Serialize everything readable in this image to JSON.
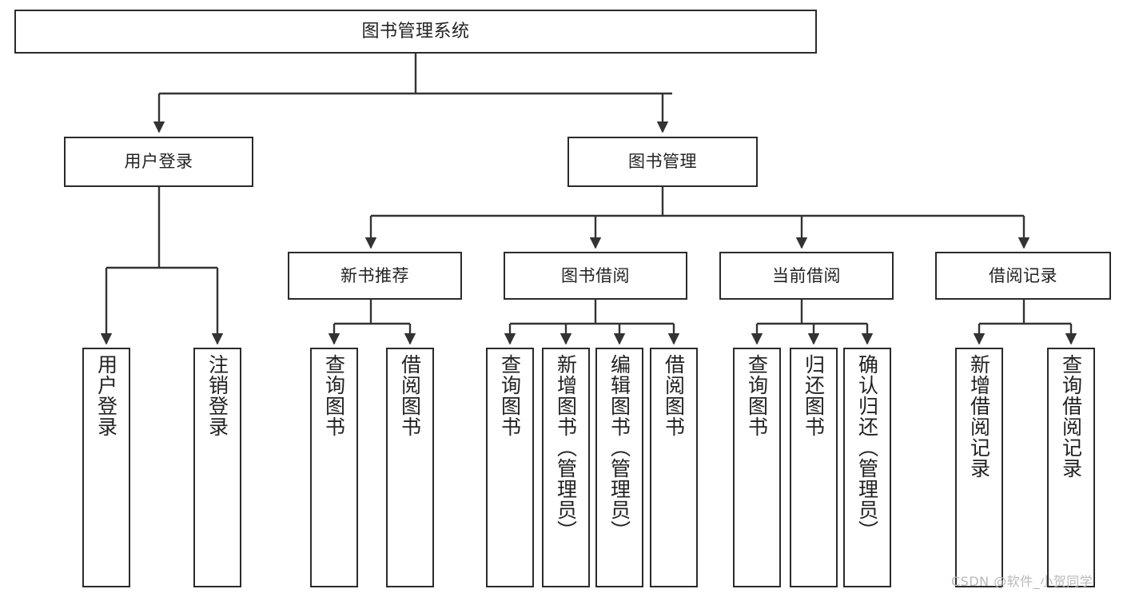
{
  "diagram": {
    "title": "图书管理系统",
    "type": "tree-hierarchy-chart",
    "colors": {
      "box_border": "#2b2b2b",
      "box_fill": "#ffffff",
      "connector": "#333333",
      "text": "#222222",
      "watermark": "#b9b9b9",
      "background": "#ffffff"
    }
  },
  "root": {
    "label": "图书管理系统"
  },
  "level1": [
    {
      "label": "用户登录"
    },
    {
      "label": "图书管理"
    }
  ],
  "level2": [
    {
      "label": "新书推荐"
    },
    {
      "label": "图书借阅"
    },
    {
      "label": "当前借阅"
    },
    {
      "label": "借阅记录"
    }
  ],
  "leaves": {
    "user_login": [
      {
        "label": "用户登录"
      },
      {
        "label": "注销登录"
      }
    ],
    "new_book_recommend": [
      {
        "label": "查询图书"
      },
      {
        "label": "借阅图书"
      }
    ],
    "book_borrow": [
      {
        "label": "查询图书"
      },
      {
        "label": "新增图书（管理员）"
      },
      {
        "label": "编辑图书（管理员）"
      },
      {
        "label": "借阅图书"
      }
    ],
    "current_borrow": [
      {
        "label": "查询图书"
      },
      {
        "label": "归还图书"
      },
      {
        "label": "确认归还（管理员）"
      }
    ],
    "borrow_record": [
      {
        "label": "新增借阅记录"
      },
      {
        "label": "查询借阅记录"
      }
    ]
  },
  "watermark": {
    "text": "CSDN @软件_小贺同学"
  }
}
